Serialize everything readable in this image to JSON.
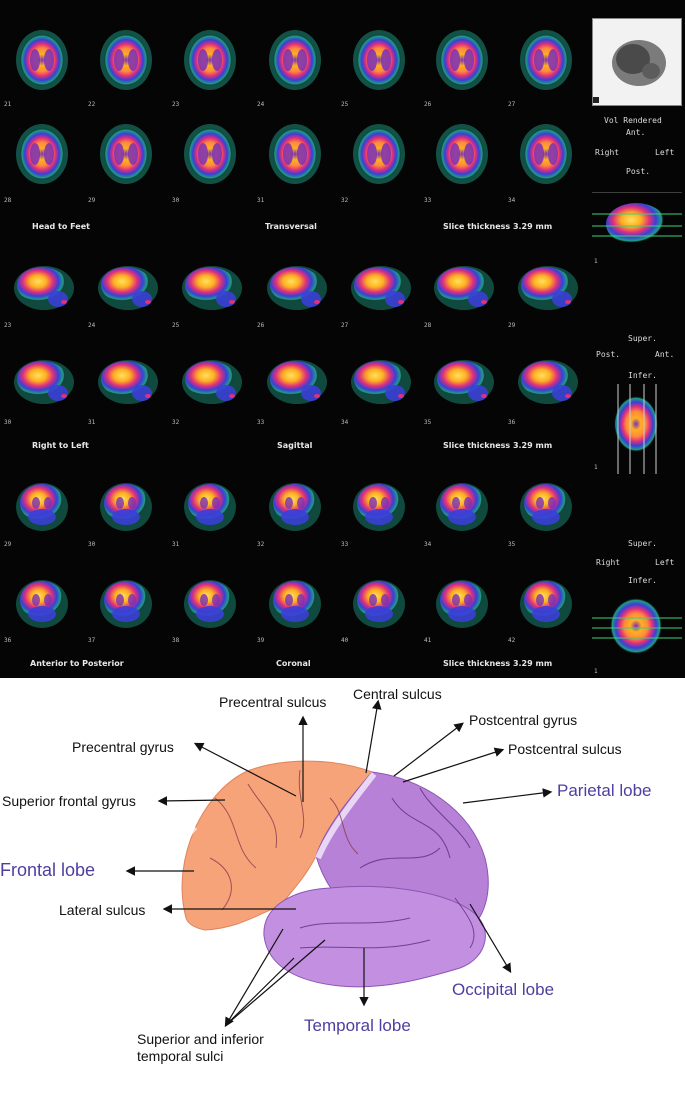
{
  "scan": {
    "colors": {
      "background": "#050505",
      "outer": "#1f9e86",
      "mid": "#3b3fd6",
      "warm": "#e0307a",
      "hot": "#ffb020",
      "core": "#ffe060",
      "purple": "#7a2fb8"
    },
    "transverse": {
      "row1_numbers": [
        "21",
        "22",
        "23",
        "24",
        "25",
        "26",
        "27"
      ],
      "row2_numbers": [
        "28",
        "29",
        "30",
        "31",
        "32",
        "33",
        "34"
      ],
      "captions": {
        "direction": "Head to Feet",
        "plane": "Transversal",
        "thickness": "Slice thickness 3.29 mm"
      }
    },
    "sagittal": {
      "row1_numbers": [
        "23",
        "24",
        "25",
        "26",
        "27",
        "28",
        "29"
      ],
      "row2_numbers": [
        "30",
        "31",
        "32",
        "33",
        "34",
        "35",
        "36"
      ],
      "captions": {
        "direction": "Right to Left",
        "plane": "Sagittal",
        "thickness": "Slice thickness 3.29 mm"
      }
    },
    "coronal": {
      "row1_numbers": [
        "29",
        "30",
        "31",
        "32",
        "33",
        "34",
        "35"
      ],
      "row2_numbers": [
        "36",
        "37",
        "38",
        "39",
        "40",
        "41",
        "42"
      ],
      "captions": {
        "direction": "Anterior to Posterior",
        "plane": "Coronal",
        "thickness": "Slice thickness 3.29 mm"
      }
    },
    "side": {
      "vol_rendered": "Vol Rendered",
      "ant": "Ant.",
      "right": "Right",
      "left": "Left",
      "post": "Post.",
      "super1": "Super.",
      "post2": "Post.",
      "ant2": "Ant.",
      "infer1": "Infer.",
      "super2": "Super.",
      "right2": "Right",
      "left2": "Left",
      "infer2": "Infer.",
      "mark": "1"
    }
  },
  "anatomy": {
    "colors": {
      "frontal": "#f6a37a",
      "parietal_temporal": "#b681d6",
      "lobe_text": "#4d3fa0"
    },
    "labels": {
      "precentral_sulcus": "Precentral sulcus",
      "central_sulcus": "Central sulcus",
      "postcentral_gyrus": "Postcentral gyrus",
      "precentral_gyrus": "Precentral gyrus",
      "postcentral_sulcus": "Postcentral sulcus",
      "superior_frontal_gyrus": "Superior frontal gyrus",
      "lateral_sulcus": "Lateral sulcus",
      "temporal_sulci_line1": "Superior and inferior",
      "temporal_sulci_line2": "temporal sulci"
    },
    "lobes": {
      "frontal": "Frontal lobe",
      "parietal": "Parietal lobe",
      "temporal": "Temporal lobe",
      "occipital": "Occipital lobe"
    }
  }
}
